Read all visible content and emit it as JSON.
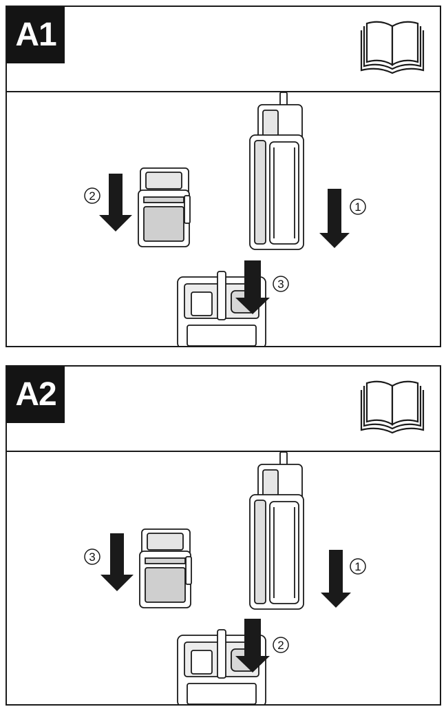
{
  "panels": [
    {
      "label": "A1",
      "icon": "open-book-icon",
      "steps": {
        "device": "1",
        "battery": "2",
        "base": "3"
      }
    },
    {
      "label": "A2",
      "icon": "open-book-icon",
      "steps": {
        "device": "1",
        "base": "2",
        "battery": "3"
      }
    }
  ]
}
